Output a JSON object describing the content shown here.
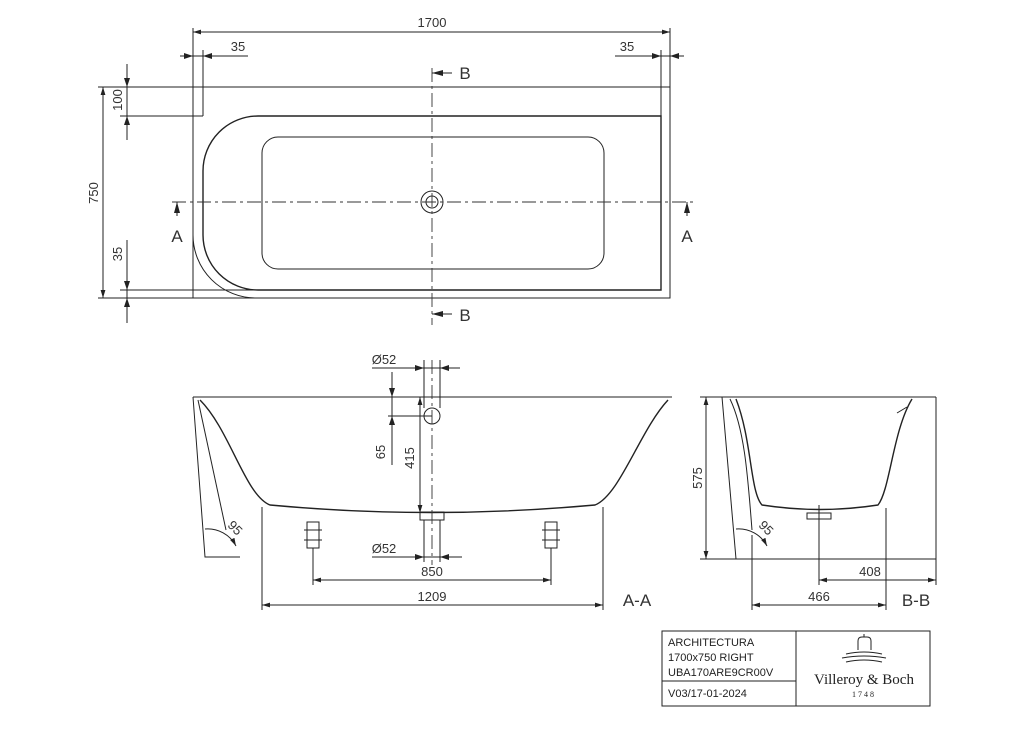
{
  "product": {
    "name": "ARCHITECTURA",
    "size_variant": "1700x750 RIGHT",
    "article_code": "UBA170ARE9CR00V",
    "version": "V03/17-01-2024"
  },
  "brand": {
    "name": "Villeroy & Boch",
    "year": "1748"
  },
  "plan_view": {
    "overall_length": "1700",
    "left_margin": "35",
    "right_margin": "35",
    "overall_width": "750",
    "top_offset": "100",
    "bottom_offset": "35",
    "section_a": "A",
    "section_b": "B"
  },
  "section_aa": {
    "label": "A-A",
    "drain_diameter_top": "Ø52",
    "drain_diameter_bottom": "Ø52",
    "overflow_offset": "65",
    "depth_to_drain": "415",
    "foot_angle": "95",
    "feet_spacing": "850",
    "base_length": "1209"
  },
  "section_bb": {
    "label": "B-B",
    "height": "575",
    "foot_angle": "95",
    "drain_offset": "408",
    "base_width": "466"
  },
  "colors": {
    "line": "#222222",
    "text": "#333333"
  }
}
